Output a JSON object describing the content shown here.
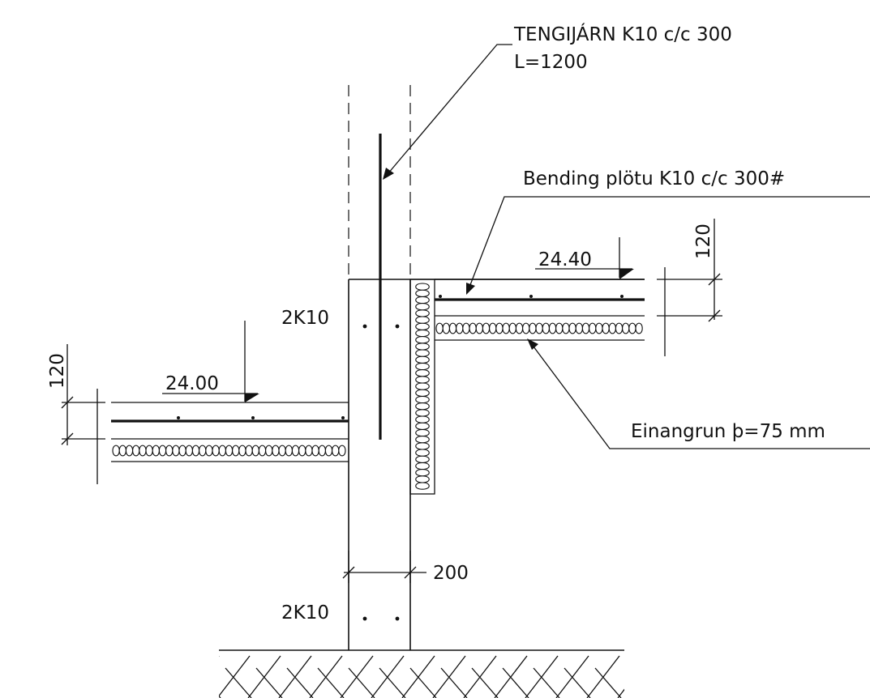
{
  "labels": {
    "tengijarn_line1": "TENGIJÁRN K10 c/c 300",
    "tengijarn_line2": "L=1200",
    "bending": "Bending plötu K10 c/c 300#",
    "einangrun": "Einangrun þ=75 mm",
    "level_right": "24.40",
    "level_left": "24.00",
    "dim_right_120": "120",
    "dim_left_120": "120",
    "rebar_top": "2K10",
    "rebar_bottom": "2K10",
    "wall_width": "200"
  },
  "colors": {
    "line": "#111111",
    "background": "#ffffff"
  }
}
